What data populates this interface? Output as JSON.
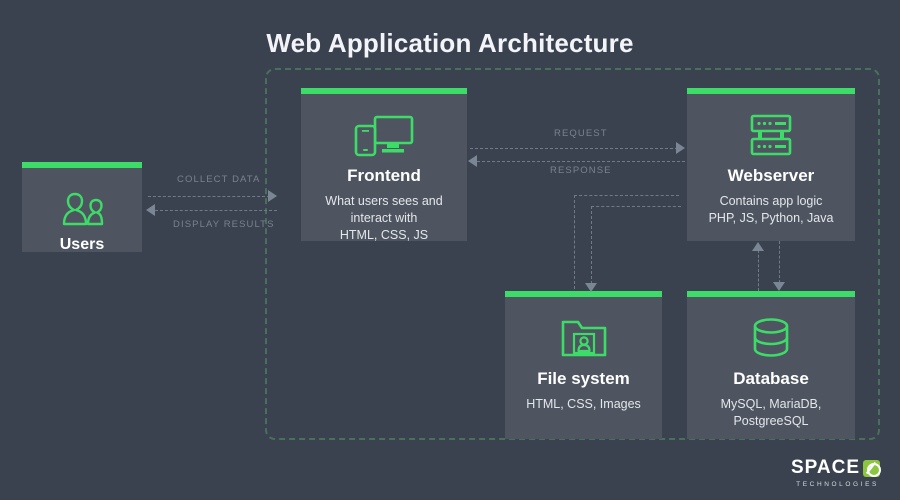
{
  "page": {
    "title": "Web Application Architecture",
    "background_color": "#3a414f",
    "accent_color": "#3ddc68",
    "card_color": "#4e5560",
    "container_border_color": "#49705a"
  },
  "cards": {
    "users": {
      "title": "Users",
      "icon": "users-icon",
      "desc_lines": []
    },
    "frontend": {
      "title": "Frontend",
      "icon": "devices-icon",
      "desc_lines": [
        "What users sees and",
        "interact with",
        "HTML, CSS, JS"
      ]
    },
    "webserver": {
      "title": "Webserver",
      "icon": "server-icon",
      "desc_lines": [
        "Contains app logic",
        "PHP, JS, Python, Java"
      ]
    },
    "filesystem": {
      "title": "File system",
      "icon": "folder-user-icon",
      "desc_lines": [
        "HTML, CSS, Images"
      ]
    },
    "database": {
      "title": "Database",
      "icon": "database-icon",
      "desc_lines": [
        "MySQL, MariaDB,",
        "PostgreeSQL"
      ]
    }
  },
  "connectors": {
    "collect_data": "COLLECT DATA",
    "display_results": "DISPLAY RESULTS",
    "request": "REQUEST",
    "response": "RESPONSE"
  },
  "logo": {
    "word": "SPACE",
    "sub": "TECHNOLOGIES",
    "mark": "slashed-o-mark"
  }
}
